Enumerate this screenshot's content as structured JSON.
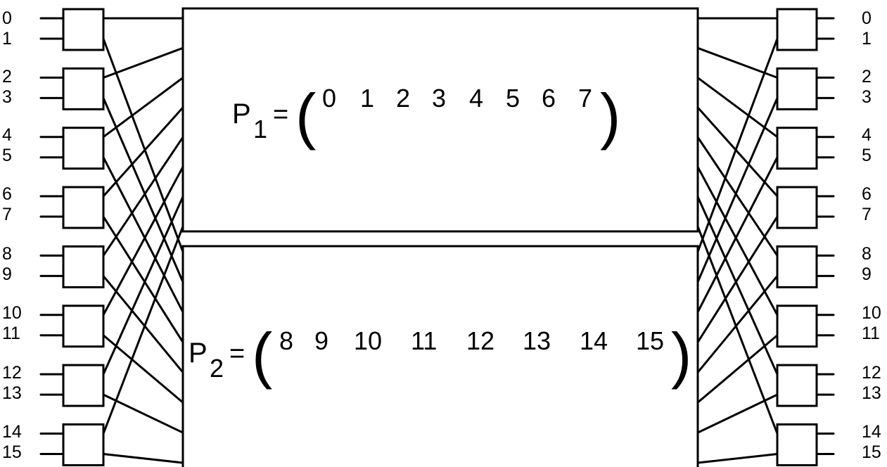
{
  "left_ports": [
    "0",
    "1",
    "2",
    "3",
    "4",
    "5",
    "6",
    "7",
    "8",
    "9",
    "10",
    "11",
    "12",
    "13",
    "14",
    "15"
  ],
  "right_ports": [
    "0",
    "1",
    "2",
    "3",
    "4",
    "5",
    "6",
    "7",
    "8",
    "9",
    "10",
    "11",
    "12",
    "13",
    "14",
    "15"
  ],
  "blocks": [
    {
      "symbol": "P",
      "subscript": "1",
      "equals": "=",
      "open_paren": "(",
      "close_paren": ")",
      "values": [
        "0",
        "1",
        "2",
        "3",
        "4",
        "5",
        "6",
        "7"
      ]
    },
    {
      "symbol": "P",
      "subscript": "2",
      "equals": "=",
      "open_paren": "(",
      "close_paren": ")",
      "values": [
        "8",
        "9",
        "10",
        "11",
        "12",
        "13",
        "14",
        "15"
      ]
    }
  ]
}
